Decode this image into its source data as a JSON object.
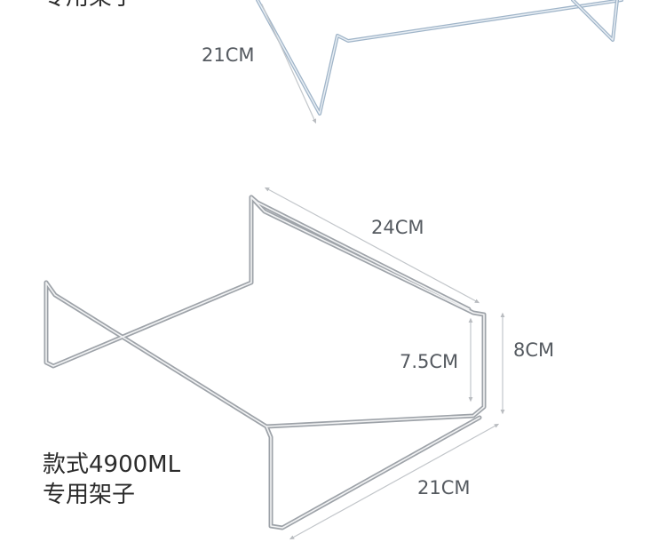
{
  "top_caption": "专用架子",
  "top_dimension": "21CM",
  "dimensions": {
    "depth": "24CM",
    "inner_height": "7.5CM",
    "outer_height": "8CM",
    "width": "21CM"
  },
  "caption": {
    "line1": "款式4900ML",
    "line2": "专用架子"
  },
  "colors": {
    "wire": "#a9aeb4",
    "dimension_line": "#b9bcc0",
    "text": "#555a60"
  }
}
